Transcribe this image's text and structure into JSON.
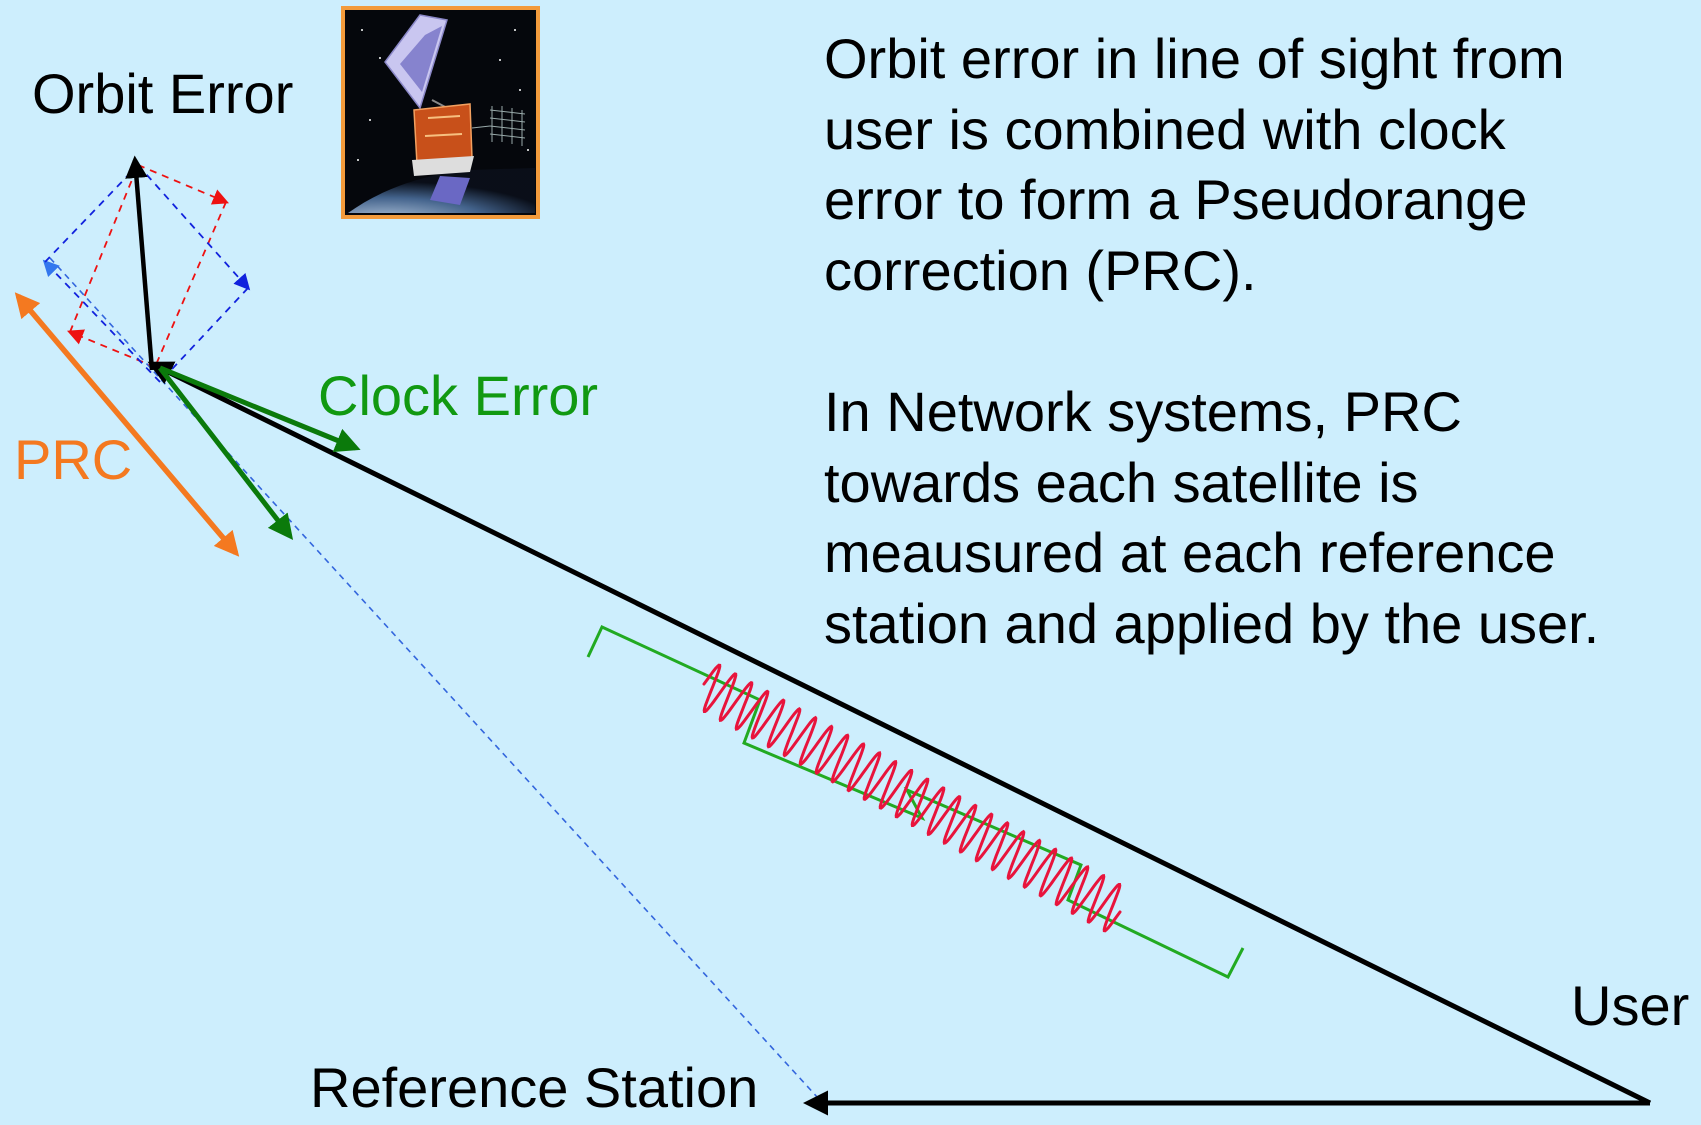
{
  "labels": {
    "orbit_error": "Orbit Error",
    "clock_error": "Clock Error",
    "prc": "PRC",
    "user": "User",
    "reference_station": "Reference Station"
  },
  "description": {
    "paragraph1": [
      "Orbit error in line of sight from",
      "user is combined with clock",
      "error to form a Pseudorange",
      "correction (PRC)."
    ],
    "paragraph2": [
      "In Network systems, PRC",
      "towards each satellite is",
      "meausured at each reference",
      "station and applied by the user."
    ]
  },
  "colors": {
    "background": "#cdeefd",
    "orbit_error": "#000000",
    "clock_error": "#119911",
    "prc": "#f47920",
    "signal_wave": "#e8143c",
    "dashed_red": "#ee1111",
    "dashed_blue": "#1122dd",
    "reference_line": "#3366dd"
  },
  "icons": {
    "satellite": "satellite-icon"
  }
}
